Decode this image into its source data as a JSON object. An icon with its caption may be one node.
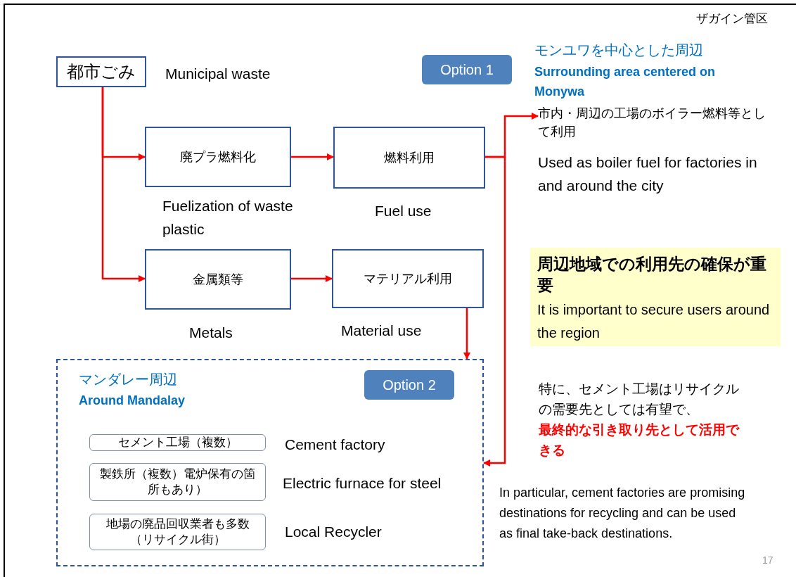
{
  "diagram": {
    "nodes": [
      {
        "text": [
          "都市ごみ"
        ],
        "beside": [
          "Municipal waste"
        ]
      },
      {
        "text": [
          "Option 1"
        ]
      },
      {
        "text": [
          "廃プラ燃料化"
        ],
        "beside": [
          "Fuelization of waste plastic"
        ]
      },
      {
        "text": [
          "燃料利用"
        ],
        "beside": [
          "Fuel use"
        ]
      },
      {
        "text": [
          "市内・周辺の工場のボイラー燃料等として利用",
          "Used as boiler fuel for factories in and around the city"
        ]
      },
      {
        "text": [
          "金属類等"
        ],
        "beside": [
          "Metals"
        ]
      },
      {
        "text": [
          "マテリアル利用"
        ],
        "beside": [
          "Material use"
        ]
      },
      {
        "text": [
          "周辺地域での利用先の確保が重要",
          "It is important to secure users around the region"
        ]
      },
      {
        "text": [
          "マンダレー周辺",
          "Around Mandalay"
        ]
      },
      {
        "text": [
          "Option 2"
        ],
        "in": 8
      },
      {
        "text": [
          "セメント工場（複数）"
        ],
        "in": 8,
        "beside": [
          "Cement factory"
        ]
      },
      {
        "text": [
          "製鉄所（複数）電炉保有の箇所もあり）"
        ],
        "in": 8,
        "beside": [
          "Electric furnace for steel"
        ]
      },
      {
        "text": [
          "地場の廃品回収業者も多数（リサイクル街）"
        ],
        "in": 8,
        "beside": [
          "Local Recycler"
        ]
      }
    ],
    "edges": [
      {
        "from": 0,
        "to": 2,
        "arrow": "to"
      },
      {
        "from": 0,
        "to": 5,
        "arrow": "to"
      },
      {
        "from": 2,
        "to": 3,
        "arrow": "to"
      },
      {
        "from": 5,
        "to": 6,
        "arrow": "to"
      },
      {
        "from": 3,
        "to": 4,
        "arrow": "to"
      },
      {
        "from": 3,
        "to": 8,
        "arrow": "to"
      },
      {
        "from": 6,
        "to": 8,
        "arrow": "to"
      }
    ],
    "labels": [
      "ザガイン管区",
      "モンユワを中心とした周辺",
      "Surrounding area centered on Monywa",
      "特に、セメント工場はリサイクルの需要先としては有望で、",
      "最終的な引き取り先として活用できる",
      "In particular, cement factories are promising destinations for recycling and can be used as final take-back destinations.",
      "17"
    ]
  }
}
